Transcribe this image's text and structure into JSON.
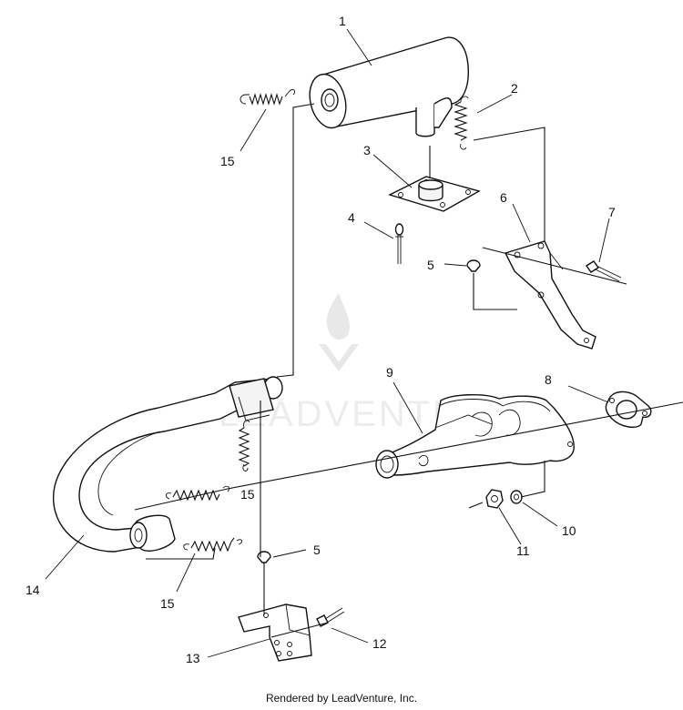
{
  "callouts": {
    "c1": "1",
    "c2": "2",
    "c3": "3",
    "c4": "4",
    "c5a": "5",
    "c5b": "5",
    "c6": "6",
    "c7": "7",
    "c8": "8",
    "c9": "9",
    "c10": "10",
    "c11": "11",
    "c12": "12",
    "c13": "13",
    "c14": "14",
    "c15a": "15",
    "c15b": "15",
    "c15c": "15"
  },
  "watermark": {
    "text": "LEADVENTURE"
  },
  "footer": {
    "text": "Rendered by LeadVenture, Inc."
  }
}
